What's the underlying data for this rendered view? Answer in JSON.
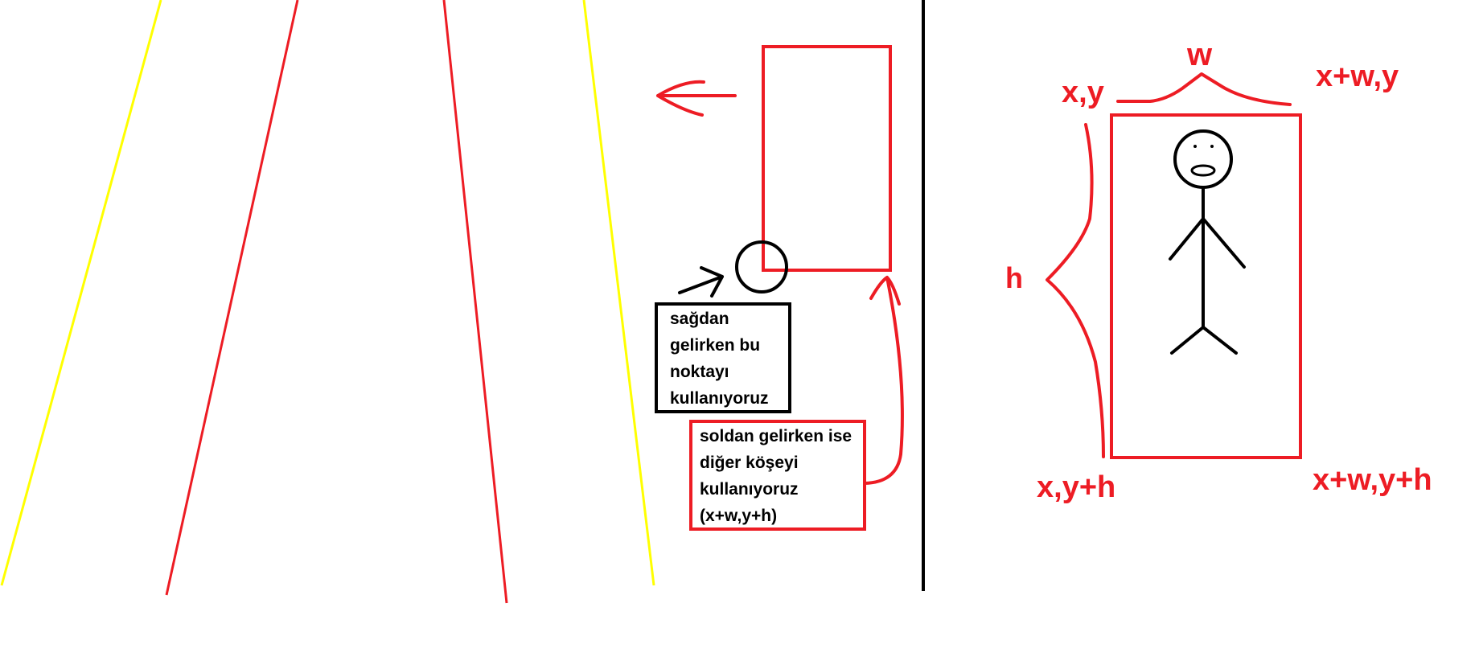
{
  "colors": {
    "road_yellow": "#ffff00",
    "road_red": "#ed1c24",
    "annotation_red": "#ed1c24",
    "ink_black": "#000000",
    "background": "#ffffff"
  },
  "notes": {
    "black_box": [
      "sağdan",
      "gelirken bu",
      "noktayı",
      "kullanıyoruz"
    ],
    "red_box": [
      "soldan gelirken ise",
      "diğer köşeyi",
      "kullanıyoruz",
      "(x+w,y+h)"
    ]
  },
  "labels": {
    "w": "w",
    "top_left": "x,y",
    "top_right": "x+w,y",
    "h": "h",
    "bottom_left": "x,y+h",
    "bottom_right": "x+w,y+h"
  }
}
